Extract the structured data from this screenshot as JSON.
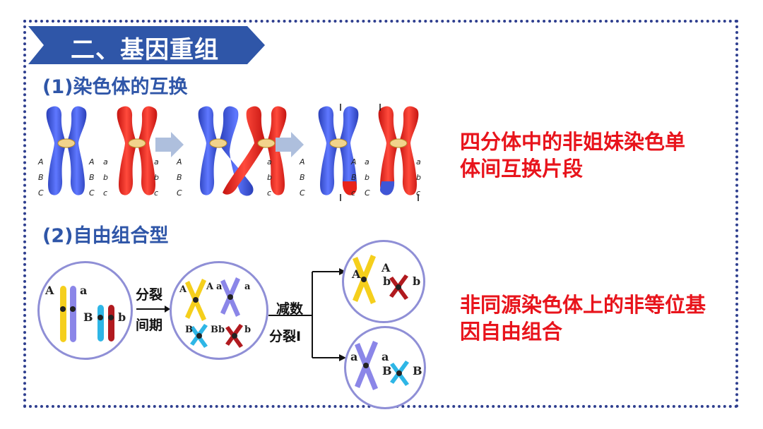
{
  "section_title": "二、基因重组",
  "sub1": "(1)染色体的互换",
  "sub2": "(2)自由组合型",
  "note1_line1": "四分体中的非姐妹染色单",
  "note1_line2": "体间互换片段",
  "note2_line1": "非同源染色体上的非等位基",
  "note2_line2": "因自由组合",
  "step1_top": "分裂",
  "step1_bottom": "间期",
  "step2_top": "减数",
  "step2_bottom": "分裂Ⅰ",
  "gene_labels": {
    "A": "A",
    "B": "B",
    "C": "C",
    "a": "a",
    "b": "b",
    "c": "c",
    "Bb": "Bb"
  },
  "colors": {
    "blue": "#3f56d6",
    "red": "#e8231a",
    "yellow": "#f5cf1c",
    "lavender": "#8b86e8",
    "cyan": "#2eb6e6",
    "darkred": "#b11a1f",
    "banner": "#2f56a8",
    "note": "#e8141c"
  }
}
